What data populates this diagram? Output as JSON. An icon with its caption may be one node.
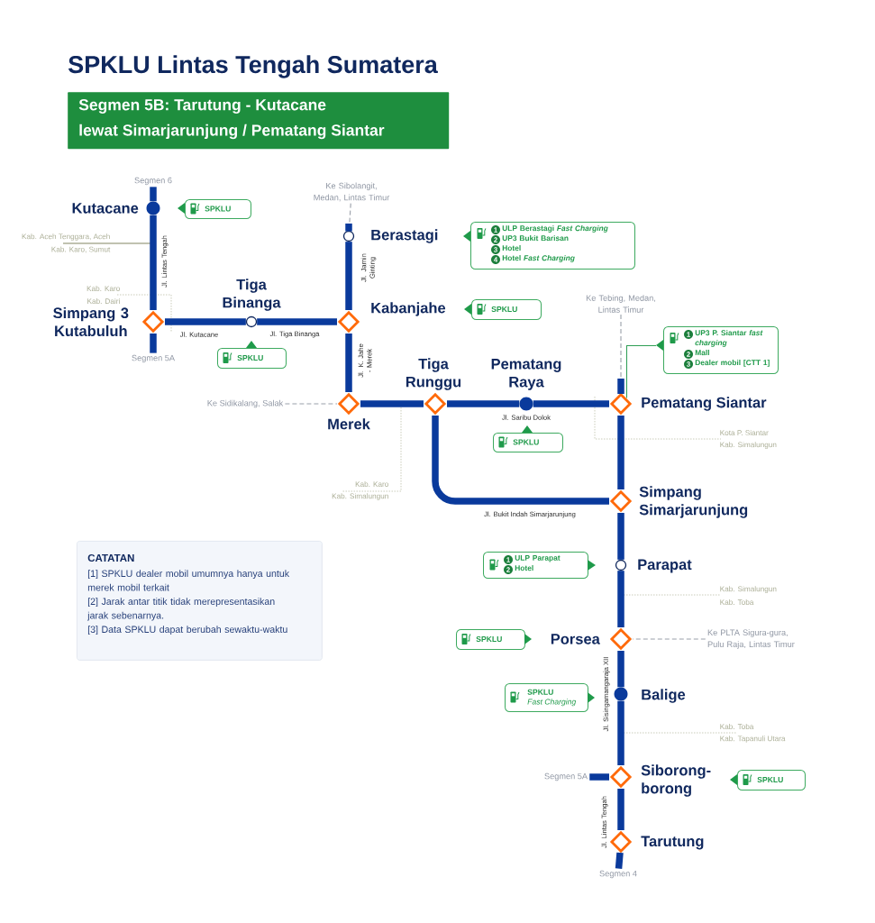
{
  "diagram": {
    "title": "SPKLU Lintas Tengah Sumatera",
    "nodes": [
      {
        "text": [
          "Segmen 5B: Tarutung - Kutacane",
          "lewat Simarjarunjung / Pematang Siantar"
        ]
      },
      {
        "text": [
          "Kutacane"
        ]
      },
      {
        "text": [
          "Simpang 3 Kutabuluh"
        ]
      },
      {
        "text": [
          "Tiga Binanga"
        ]
      },
      {
        "text": [
          "Berastagi"
        ]
      },
      {
        "text": [
          "Kabanjahe"
        ]
      },
      {
        "text": [
          "Merek"
        ]
      },
      {
        "text": [
          "Tiga Runggu"
        ]
      },
      {
        "text": [
          "Pematang Raya"
        ]
      },
      {
        "text": [
          "Pematang Siantar"
        ]
      },
      {
        "text": [
          "Simpang Simarjarunjung"
        ]
      },
      {
        "text": [
          "Parapat"
        ]
      },
      {
        "text": [
          "Porsea"
        ]
      },
      {
        "text": [
          "Balige"
        ]
      },
      {
        "text": [
          "Siborong-borong"
        ]
      },
      {
        "text": [
          "Tarutung"
        ]
      },
      {
        "text": [
          "Segmen 6"
        ]
      },
      {
        "text": [
          "Segmen 5A"
        ]
      },
      {
        "text": [
          "Segmen 5A"
        ]
      },
      {
        "text": [
          "Segmen 4"
        ]
      },
      {
        "text": [
          "Ke Sibolangit, Medan, Lintas Timur"
        ]
      },
      {
        "text": [
          "Ke Sidikalang, Salak"
        ]
      },
      {
        "text": [
          "Ke Tebing, Medan, Lintas Timur"
        ]
      },
      {
        "text": [
          "Ke PLTA Sigura-gura, Pulu Raja, Lintas Timur"
        ]
      },
      {
        "text": [
          "SPKLU"
        ]
      },
      {
        "text": [
          "1",
          "ULP Berastagi *Fast Charging*",
          "2",
          "UP3 Bukit Barisan",
          "3",
          "Hotel",
          "4",
          "Hotel *Fast Charging*"
        ]
      },
      {
        "text": [
          "SPKLU"
        ]
      },
      {
        "text": [
          "SPKLU"
        ]
      },
      {
        "text": [
          "1",
          "UP3 P. Siantar *fast charging*",
          "2",
          "Mall",
          "3",
          "Dealer mobil [CTT 1]"
        ]
      },
      {
        "text": [
          "SPKLU"
        ]
      },
      {
        "text": [
          "1",
          "ULP Parapat",
          "2",
          "Hotel"
        ]
      },
      {
        "text": [
          "SPKLU"
        ]
      },
      {
        "text": [
          "SPKLU",
          "Fast Charging"
        ]
      },
      {
        "text": [
          "SPKLU"
        ]
      },
      {
        "text": [
          "CATATAN",
          "[1] SPKLU dealer mobil umumnya hanya untuk merek mobil terkait",
          "[2] Jarak antar titik tidak merepresentasikan jarak sebenarnya.",
          "[3] Data SPKLU dapat berubah sewaktu-waktu"
        ]
      }
    ],
    "edges": [
      {
        "from": 1,
        "to": 16,
        "arrow": "none"
      },
      {
        "from": 1,
        "to": 2,
        "arrow": "none"
      },
      {
        "from": 2,
        "to": 17,
        "arrow": "none"
      },
      {
        "from": 2,
        "to": 3,
        "arrow": "none"
      },
      {
        "from": 3,
        "to": 5,
        "arrow": "none"
      },
      {
        "from": 4,
        "to": 5,
        "arrow": "none"
      },
      {
        "from": 5,
        "to": 6,
        "arrow": "none"
      },
      {
        "from": 6,
        "to": 7,
        "arrow": "none"
      },
      {
        "from": 7,
        "to": 8,
        "arrow": "none"
      },
      {
        "from": 8,
        "to": 9,
        "arrow": "none"
      },
      {
        "from": 9,
        "to": 10,
        "arrow": "none"
      },
      {
        "from": 7,
        "to": 10,
        "arrow": "none"
      },
      {
        "from": 10,
        "to": 11,
        "arrow": "none"
      },
      {
        "from": 11,
        "to": 12,
        "arrow": "none"
      },
      {
        "from": 12,
        "to": 13,
        "arrow": "none"
      },
      {
        "from": 13,
        "to": 14,
        "arrow": "none"
      },
      {
        "from": 14,
        "to": 18,
        "arrow": "none"
      },
      {
        "from": 14,
        "to": 15,
        "arrow": "none"
      },
      {
        "from": 15,
        "to": 19,
        "arrow": "none"
      },
      {
        "from": 20,
        "to": 4,
        "arrow": "none",
        "style": "dashed",
        "color": "#9aa0aa"
      },
      {
        "from": 21,
        "to": 6,
        "arrow": "none",
        "style": "dashed",
        "color": "#9aa0aa"
      },
      {
        "from": 22,
        "to": 9,
        "arrow": "none",
        "style": "dashed",
        "color": "#9aa0aa"
      },
      {
        "from": 23,
        "to": 12,
        "arrow": "none",
        "style": "dashed",
        "color": "#9aa0aa"
      },
      {
        "from": 28,
        "to": 9,
        "arrow": "none",
        "color": "#2e9e55"
      }
    ],
    "labels": [
      "Kab. Aceh Tenggara, Aceh",
      "Kab. Karo, Sumut",
      "Jl. Lintas Tengah",
      "Jl. Jamin Ginting",
      "Kab. Karo",
      "Kab. Dairi",
      "Jl. Kutacane",
      "Jl. Tiga Binanga",
      "Jl. K. Jahe - Merek",
      "Jl. Saribu Dolok",
      "Kota P. Siantar",
      "Kab. Simalungun",
      "Kab. Karo",
      "Kab. Simalungun",
      "Jl. Bukit Indah Simarjarunjung",
      "Kab. Simalungun",
      "Kab. Toba",
      "Jl. Sisingamangaraja XII",
      "Kab. Toba",
      "Kab. Tapanuli Utara",
      "Jl. Lintas Tengah"
    ]
  }
}
